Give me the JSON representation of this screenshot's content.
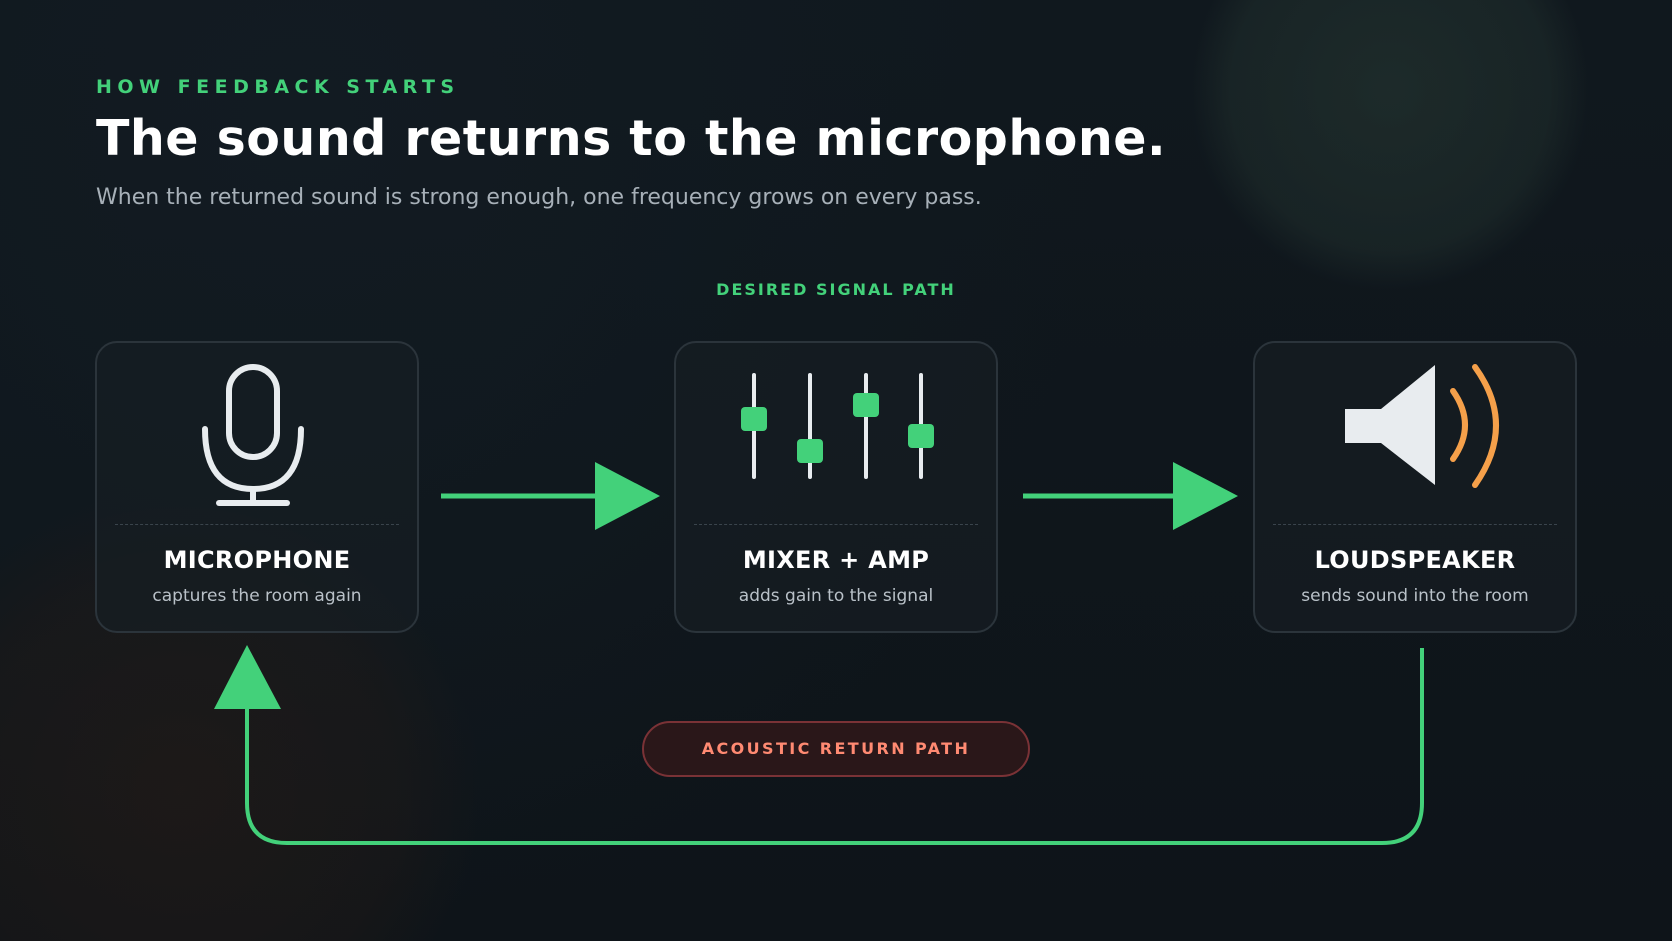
{
  "header": {
    "eyebrow": "HOW FEEDBACK STARTS",
    "title": "The sound returns to the microphone.",
    "subtitle": "When the returned sound is strong enough, one frequency grows on every pass."
  },
  "diagram": {
    "path_label": "DESIRED SIGNAL PATH",
    "nodes": [
      {
        "id": "microphone",
        "icon": "microphone-icon",
        "title": "MICROPHONE",
        "subtitle": "captures the room again"
      },
      {
        "id": "mixer",
        "icon": "mixer-faders-icon",
        "title": "MIXER + AMP",
        "subtitle": "adds gain to the signal"
      },
      {
        "id": "speaker",
        "icon": "speaker-icon",
        "title": "LOUDSPEAKER",
        "subtitle": "sends sound into the room"
      }
    ],
    "return_path_label": "ACOUSTIC RETURN PATH"
  },
  "colors": {
    "accent_green": "#43d17a",
    "sound_wave_orange": "#f5a04a",
    "return_path_red": "#ff8a72",
    "background": "#0f1419"
  }
}
